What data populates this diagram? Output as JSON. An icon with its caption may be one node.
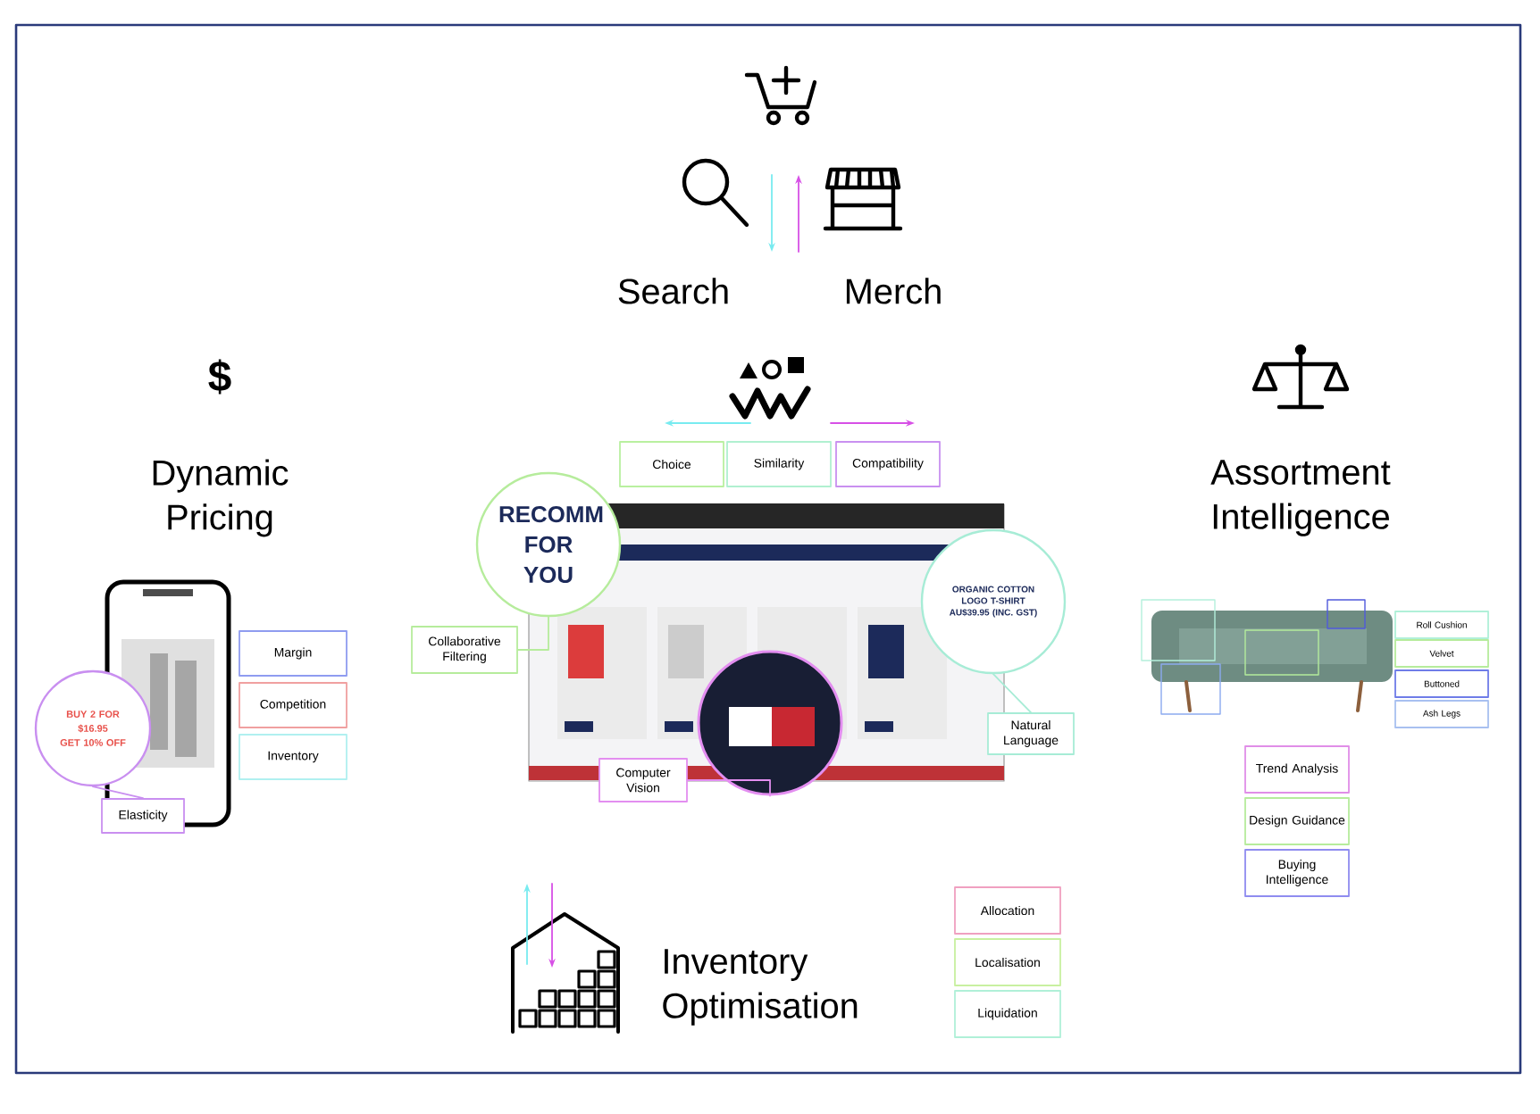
{
  "diagram": {
    "nodes": [
      {
        "text": [
          "Choice"
        ]
      },
      {
        "text": [
          "Similarity"
        ]
      },
      {
        "text": [
          "Compatibility"
        ]
      },
      {
        "text": [
          "Margin"
        ]
      },
      {
        "text": [
          "Competition"
        ]
      },
      {
        "text": [
          "Inventory"
        ]
      },
      {
        "text": [],
        "shape": "picture"
      },
      {
        "text": [
          "BUY 2 FOR $16.95",
          "GET 10% OFF"
        ]
      },
      {
        "text": [
          "Elasticity"
        ]
      },
      {
        "text": [
          "Collaborative Filtering"
        ]
      },
      {
        "text": [],
        "shape": "picture"
      },
      {
        "text": [
          "RECOMM FOR YOU"
        ]
      },
      {
        "text": [],
        "shape": "picture"
      },
      {
        "text": [
          "Computer Vision"
        ]
      },
      {
        "text": [
          "ORGANIC COTTON LOGO T-SHIRT AU$39.95 (INC. GST)"
        ]
      },
      {
        "text": [
          "Natural Language"
        ]
      },
      {
        "text": [],
        "shape": "picture"
      },
      {
        "text": [
          "Roll Cushion"
        ]
      },
      {
        "text": [
          "Velvet"
        ]
      },
      {
        "text": [
          "Buttoned"
        ]
      },
      {
        "text": [
          "Ash Legs"
        ]
      },
      {
        "text": [
          "Trend Analysis"
        ]
      },
      {
        "text": [
          "Design Guidance"
        ]
      },
      {
        "text": [
          "Buying Intelligence"
        ]
      },
      {
        "text": [
          "Allocation"
        ]
      },
      {
        "text": [
          "Localisation"
        ]
      },
      {
        "text": [
          "Liquidation"
        ]
      }
    ],
    "edges": [
      {
        "from": 8,
        "to": 7,
        "arrow": "none",
        "color": "#c98ff0"
      },
      {
        "from": 9,
        "to": 11,
        "arrow": "none",
        "color": "#b6ec9c"
      },
      {
        "from": 13,
        "to": 12,
        "arrow": "none",
        "color": "#e38ef0"
      },
      {
        "from": 15,
        "to": 14,
        "arrow": "none",
        "color": "#a7ecd6"
      }
    ],
    "labels": [
      "Search",
      "Merch",
      "$",
      "Dynamic Pricing",
      "Assortment Intelligence",
      "Inventory Optimisation"
    ]
  }
}
